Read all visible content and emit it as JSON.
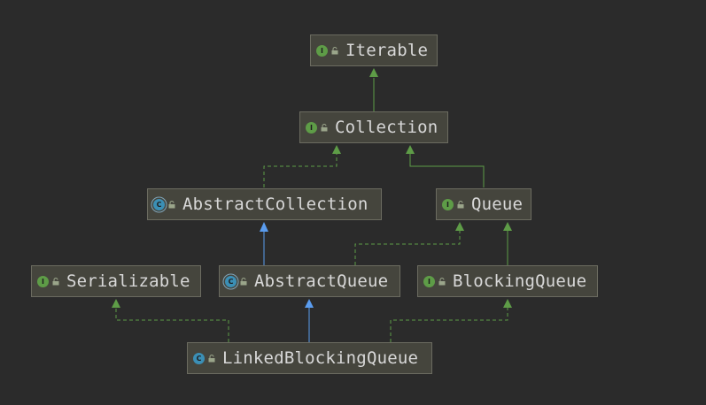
{
  "colors": {
    "background": "#2b2b2b",
    "node_fill": "#45453d",
    "node_border": "#6b6b60",
    "interface_badge": "#5e9c47",
    "class_badge": "#3b8fb5",
    "implements_edge": "#5e9c47",
    "extends_edge": "#5a9cef"
  },
  "nodes": {
    "iterable": {
      "label": "Iterable",
      "kind": "interface",
      "badge": "I"
    },
    "collection": {
      "label": "Collection",
      "kind": "interface",
      "badge": "I"
    },
    "abstract_collection": {
      "label": "AbstractCollection",
      "kind": "abstract-class",
      "badge": "C"
    },
    "queue": {
      "label": "Queue",
      "kind": "interface",
      "badge": "I"
    },
    "serializable": {
      "label": "Serializable",
      "kind": "interface",
      "badge": "I"
    },
    "abstract_queue": {
      "label": "AbstractQueue",
      "kind": "abstract-class",
      "badge": "C"
    },
    "blocking_queue": {
      "label": "BlockingQueue",
      "kind": "interface",
      "badge": "I"
    },
    "linked_blocking_queue": {
      "label": "LinkedBlockingQueue",
      "kind": "class",
      "badge": "C"
    }
  },
  "edges": [
    {
      "from": "collection",
      "to": "iterable",
      "type": "extends-interface",
      "style": "solid"
    },
    {
      "from": "abstract_collection",
      "to": "collection",
      "type": "implements",
      "style": "dashed"
    },
    {
      "from": "queue",
      "to": "collection",
      "type": "extends-interface",
      "style": "solid"
    },
    {
      "from": "abstract_queue",
      "to": "abstract_collection",
      "type": "extends-class",
      "style": "solid"
    },
    {
      "from": "abstract_queue",
      "to": "queue",
      "type": "implements",
      "style": "dashed"
    },
    {
      "from": "blocking_queue",
      "to": "queue",
      "type": "extends-interface",
      "style": "solid"
    },
    {
      "from": "linked_blocking_queue",
      "to": "serializable",
      "type": "implements",
      "style": "dashed"
    },
    {
      "from": "linked_blocking_queue",
      "to": "abstract_queue",
      "type": "extends-class",
      "style": "solid"
    },
    {
      "from": "linked_blocking_queue",
      "to": "blocking_queue",
      "type": "implements",
      "style": "dashed"
    }
  ]
}
